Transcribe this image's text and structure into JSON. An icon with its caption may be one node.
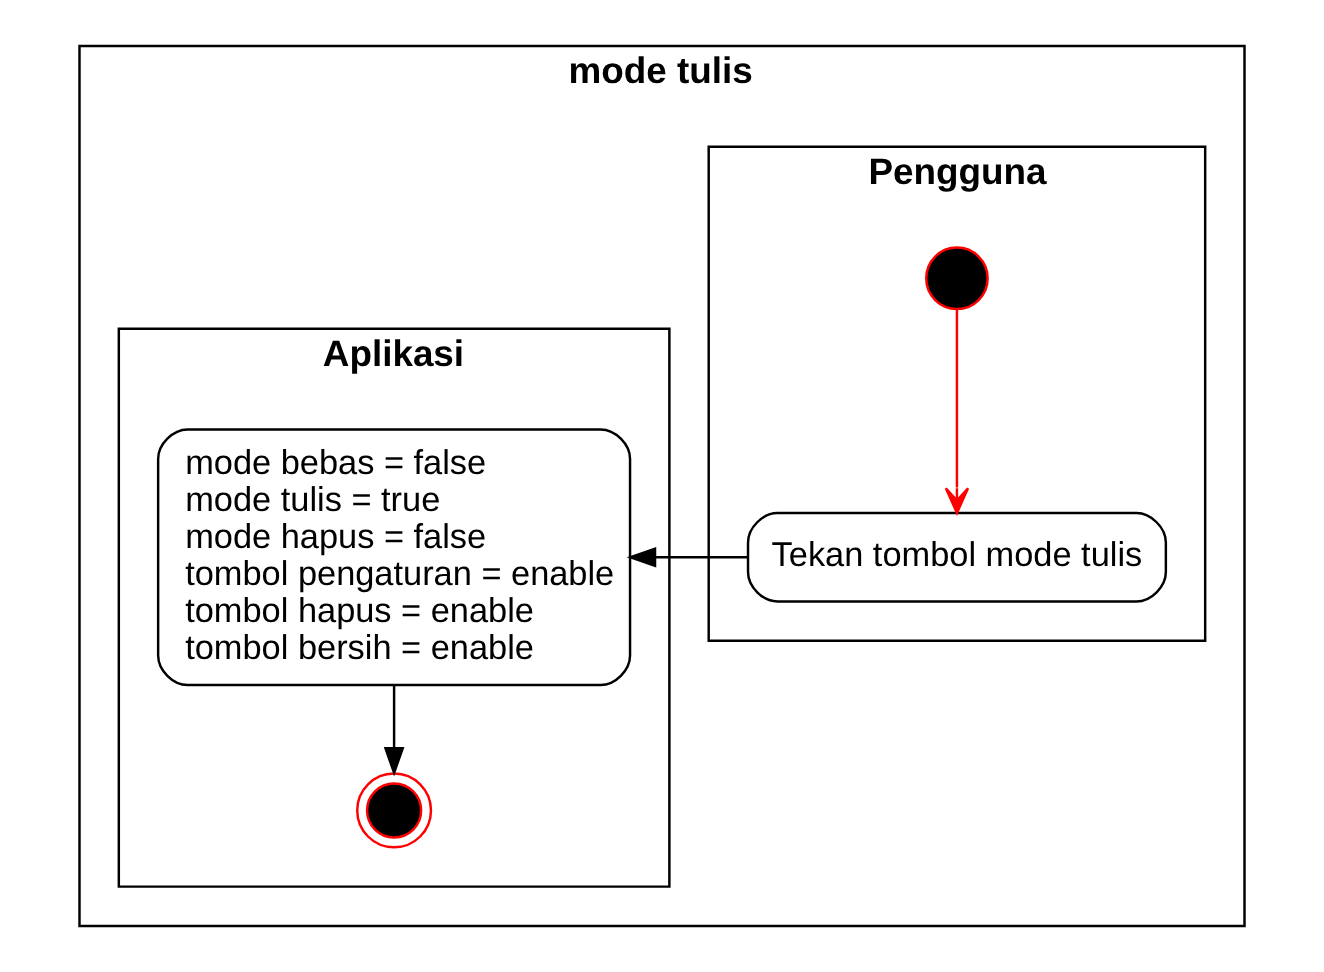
{
  "diagram": {
    "nodes": [
      {
        "text": [
          "mode tulis"
        ]
      },
      {
        "text": [
          "Pengguna"
        ],
        "in": 0
      },
      {
        "text": [
          "Aplikasi"
        ],
        "in": 0
      },
      {
        "text": [],
        "shape": "circle",
        "in": 1
      },
      {
        "text": [
          "Tekan tombol mode tulis"
        ],
        "in": 1
      },
      {
        "text": [
          "mode bebas = false",
          "mode tulis = true",
          "mode hapus = false",
          "tombol pengaturan = enable",
          "tombol hapus = enable",
          "tombol bersih = enable"
        ],
        "in": 2
      },
      {
        "text": [],
        "shape": "circle",
        "in": 2
      }
    ],
    "edges": [
      {
        "from": 3,
        "to": 4,
        "arrow": "to",
        "color": "#ff0000"
      },
      {
        "from": 4,
        "to": 5,
        "arrow": "to"
      },
      {
        "from": 5,
        "to": 6,
        "arrow": "to"
      }
    ]
  }
}
